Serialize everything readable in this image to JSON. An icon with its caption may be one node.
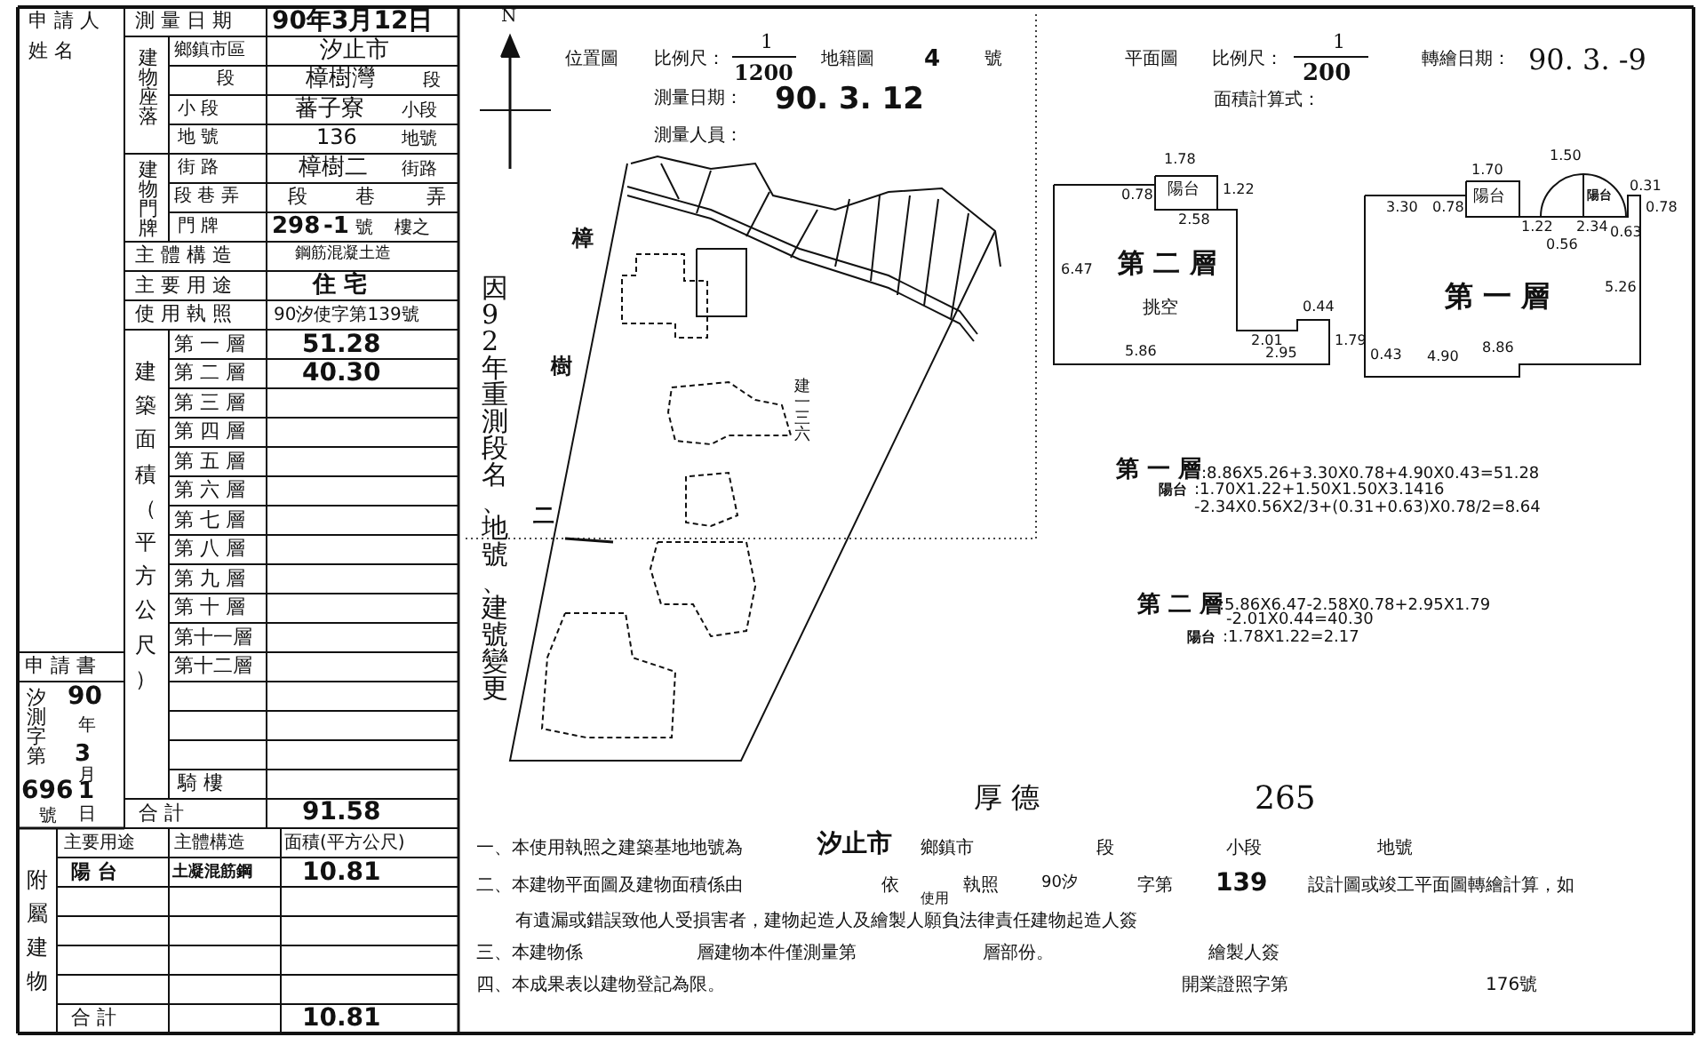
{
  "diagram": {
    "nodes": [
      {
        "text": [
          "第 二 層",
          "挑空"
        ]
      },
      {
        "text": [
          "陽台"
        ]
      },
      {
        "text": [
          "第 一 層"
        ]
      },
      {
        "text": [
          "陽台"
        ]
      },
      {
        "text": [
          "陽台"
        ]
      }
    ],
    "labels": [
      "申 請 人",
      "姓 名",
      "測 量 日 期",
      "建物座落",
      "鄉鎮市區",
      "段",
      "小 段",
      "地 號",
      "建物門牌",
      "街 路",
      "段 巷 弄",
      "門 牌",
      "主 體 構 造",
      "主 要 用 途",
      "使 用 執 照",
      "建築面積（平方公尺）",
      "第 一 層",
      "第 二 層",
      "第 三 層",
      "第 四 層",
      "第 五 層",
      "第 六 層",
      "第 七 層",
      "第 八 層",
      "第 九 層",
      "第 十 層",
      "第十一層",
      "第十二層",
      "騎 樓",
      "合 計",
      "申 請 書",
      "汐測字第",
      "90",
      "年",
      "3",
      "月",
      "1",
      "日",
      "696",
      "號",
      "90年3月12日",
      "汐止市",
      "樟樹灣",
      "段",
      "蕃子寮",
      "小段",
      "136",
      "地號",
      "樟樹二",
      "街路",
      "段",
      "巷",
      "弄",
      "298",
      "-1",
      "號",
      "樓之",
      "鋼筋混凝土造",
      "住 宅",
      "90汐使字第139號",
      "51.28",
      "40.30",
      "91.58",
      "附屬建物",
      "主要用途",
      "主體構造",
      "面積(平方公尺)",
      "陽 台",
      "土凝混筋鋼",
      "10.81",
      "合 計",
      "10.81",
      "N",
      "位置圖",
      "比例尺：",
      "1",
      "1200",
      "地籍圖",
      "4",
      "號",
      "測量日期：",
      "90. 3. 12",
      "測量人員：",
      "因92年重測段名、地號、建號變更",
      "樟",
      "樹",
      "二",
      "建一三六",
      "厚 德",
      "265",
      "一、本使用執照之建築基地地號為",
      "汐止市",
      "鄉鎮市",
      "段",
      "小段",
      "地號",
      "二、本建物平面圖及建物面積係由",
      "依",
      "使用",
      "執照",
      "90汐",
      "字第",
      "139",
      "設計圖或竣工平面圖轉繪計算，如",
      "有遺漏或錯誤致他人受損害者，建物起造人及繪製人願負法律責任建物起造人簽",
      "三、本建物係",
      "層建物本件僅測量第",
      "層部份。",
      "繪製人簽",
      "四、本成果表以建物登記為限。",
      "開業證照字第",
      "176號",
      "平面圖",
      "比例尺：",
      "1",
      "200",
      "轉繪日期：",
      "90. 3. -9",
      "面積計算式：",
      "1.78",
      "0.78",
      "1.22",
      "2.58",
      "6.47",
      "0.44",
      "2.01",
      "1.79",
      "5.86",
      "2.95",
      "1.70",
      "1.50",
      "0.31",
      "3.30",
      "0.78",
      "1.22",
      "2.34",
      "0.78",
      "0.56",
      "0.63",
      "5.26",
      "0.43",
      "4.90",
      "8.86",
      "第 一 層",
      ":8.86X5.26+3.30X0.78+4.90X0.43=51.28",
      "陽台",
      ":1.70X1.22+1.50X1.50X3.1416",
      "-2.34X0.56X2/3+(0.31+0.63)X0.78/2=8.64",
      "第 二 層",
      ":5.86X6.47-2.58X0.78+2.95X1.79",
      "-2.01X0.44=40.30",
      "陽台",
      ":1.78X1.22=2.17"
    ]
  }
}
